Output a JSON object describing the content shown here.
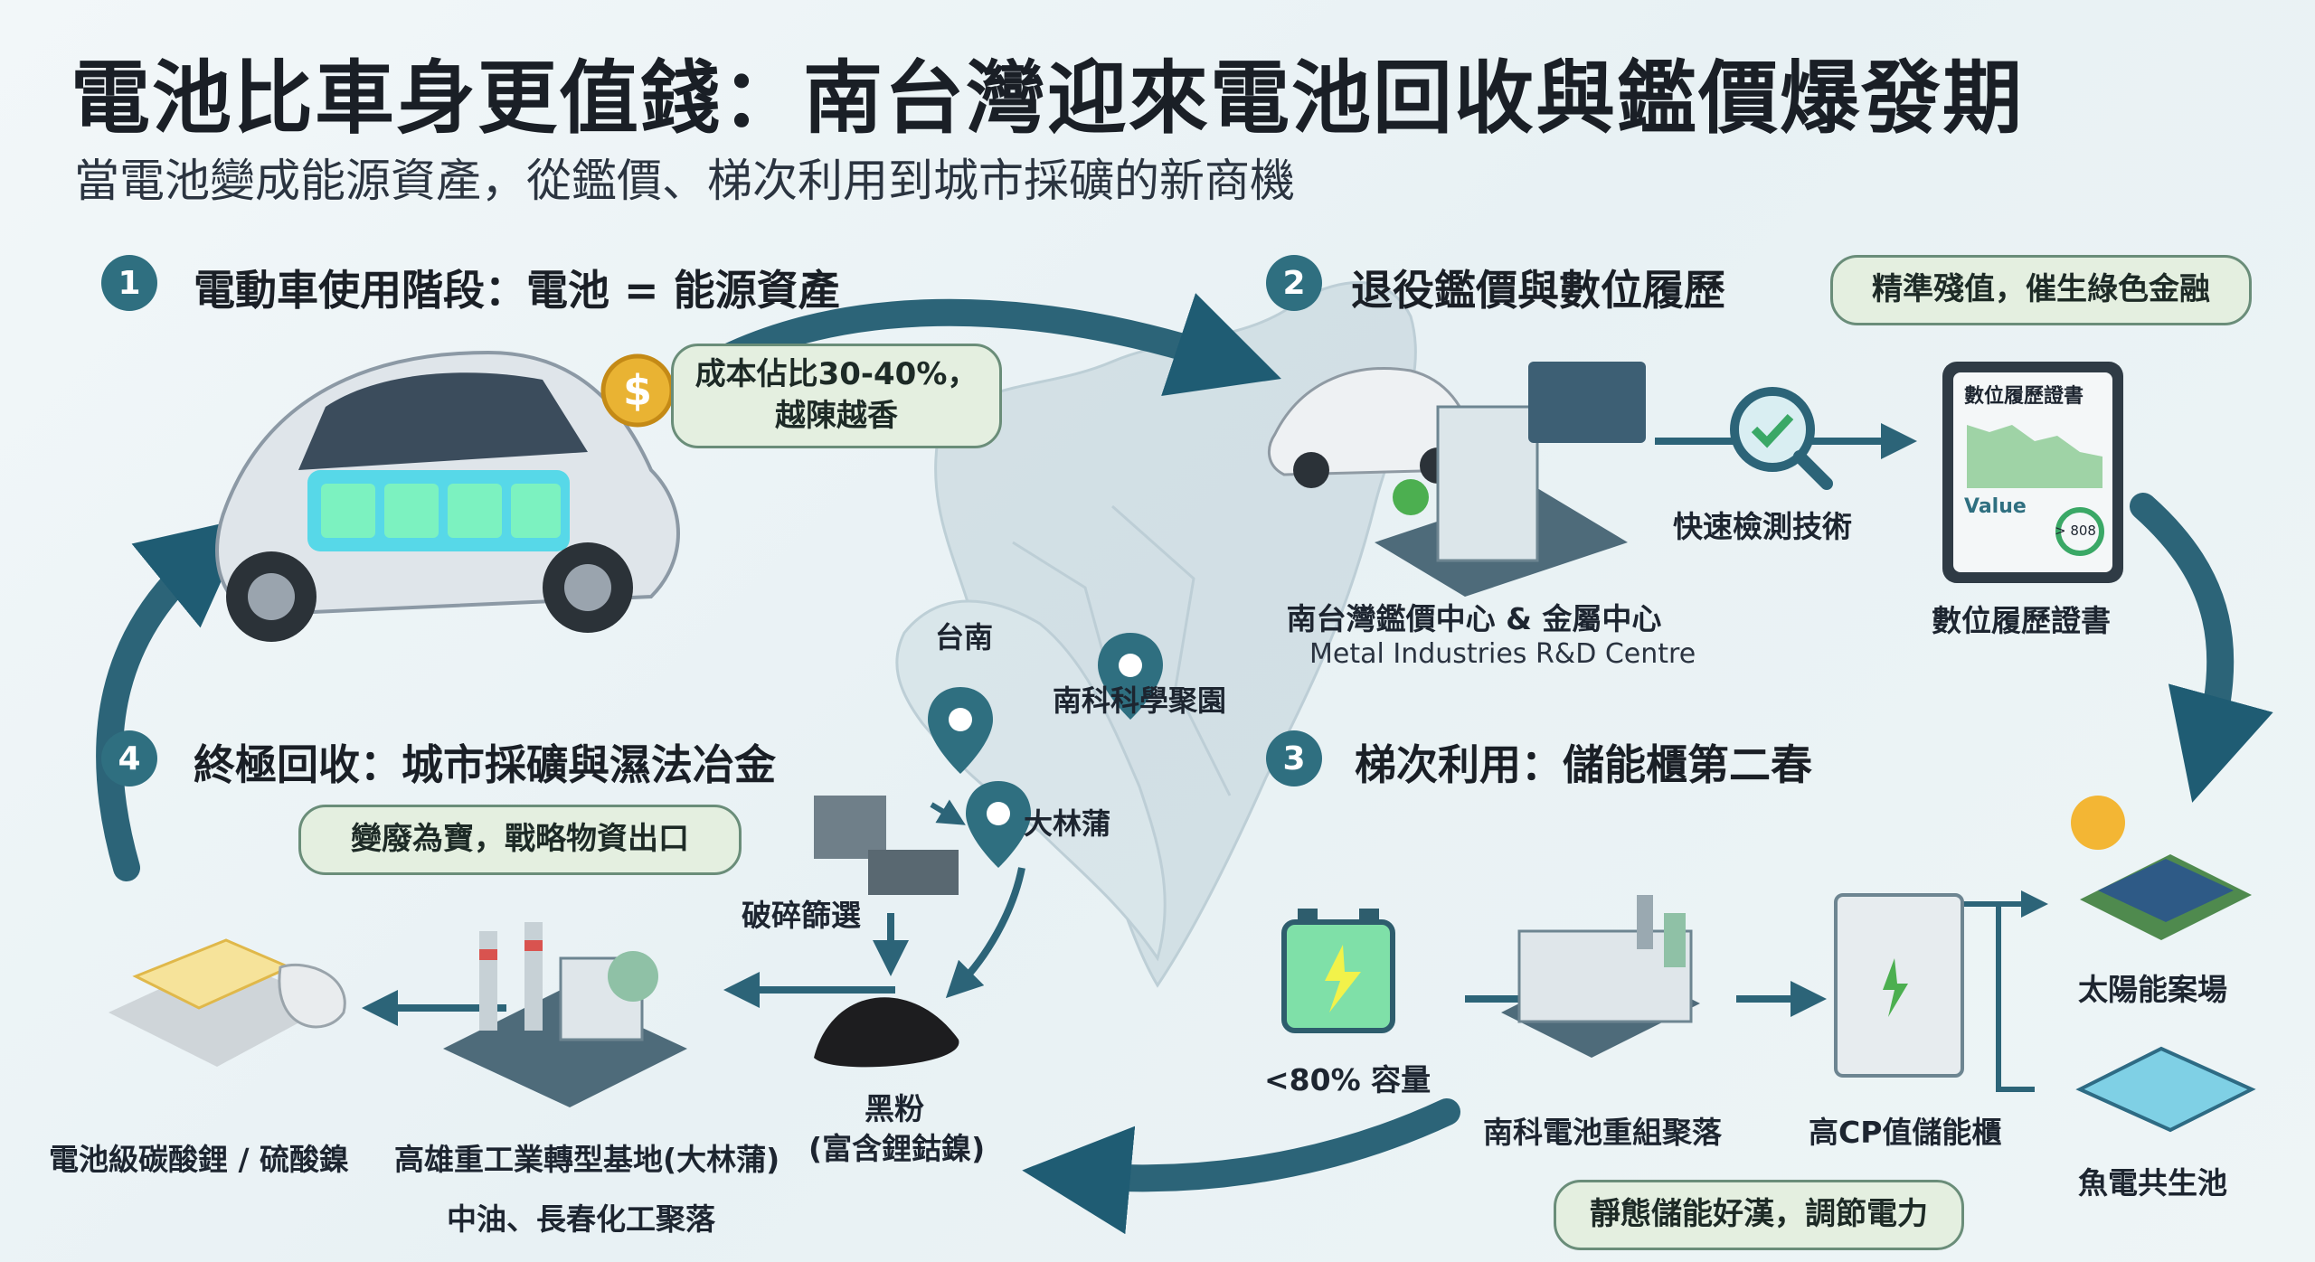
{
  "header": {
    "title": "電池比車身更值錢：南台灣迎來電池回收與鑑價爆發期",
    "subtitle": "當電池變成能源資產，從鑑價、梯次利用到城市採礦的新商機"
  },
  "sections": [
    {
      "num": "1",
      "title": "電動車使用階段：電池 = 能源資產"
    },
    {
      "num": "2",
      "title": "退役鑑價與數位履歷"
    },
    {
      "num": "3",
      "title": "梯次利用：儲能櫃第二春"
    },
    {
      "num": "4",
      "title": "終極回收：城市採礦與濕法冶金"
    }
  ],
  "callouts": {
    "cost_line1": "成本佔比30-40%，",
    "cost_line2": "越陳越香",
    "value": "精準殘值，催生綠色金融",
    "treasure": "變廢為寶，戰略物資出口",
    "storage": "靜態儲能好漢，調節電力"
  },
  "stage2": {
    "center_name": "南台灣鑑價中心 & 金屬中心",
    "center_en": "Metal Industries R&D Centre",
    "detect": "快速檢測技術",
    "cert_title": "數位履歷證書",
    "cert_value_label": "Value",
    "cert_score": "> 808",
    "cert_label": "數位履歷證書"
  },
  "stage3": {
    "capacity": "<80% 容量",
    "cluster": "南科電池重組聚落",
    "cabinet": "高CP值儲能櫃",
    "solar": "太陽能案場",
    "fishery": "魚電共生池"
  },
  "stage4": {
    "crush": "破碎篩選",
    "powder_line1": "黑粉",
    "powder_line2": "(富含鋰鈷鎳)",
    "base": "高雄重工業轉型基地(大林蒲)",
    "chem": "中油、長春化工聚落",
    "products": "電池級碳酸鋰 / 硫酸鎳"
  },
  "map": {
    "tainan": "台南",
    "stsp": "南科科學聚園",
    "dalinpu": "大林蒲"
  },
  "colors": {
    "accent": "#2f6f80",
    "bubble_bg": "#e4efe0",
    "arrow": "#2c6478"
  }
}
